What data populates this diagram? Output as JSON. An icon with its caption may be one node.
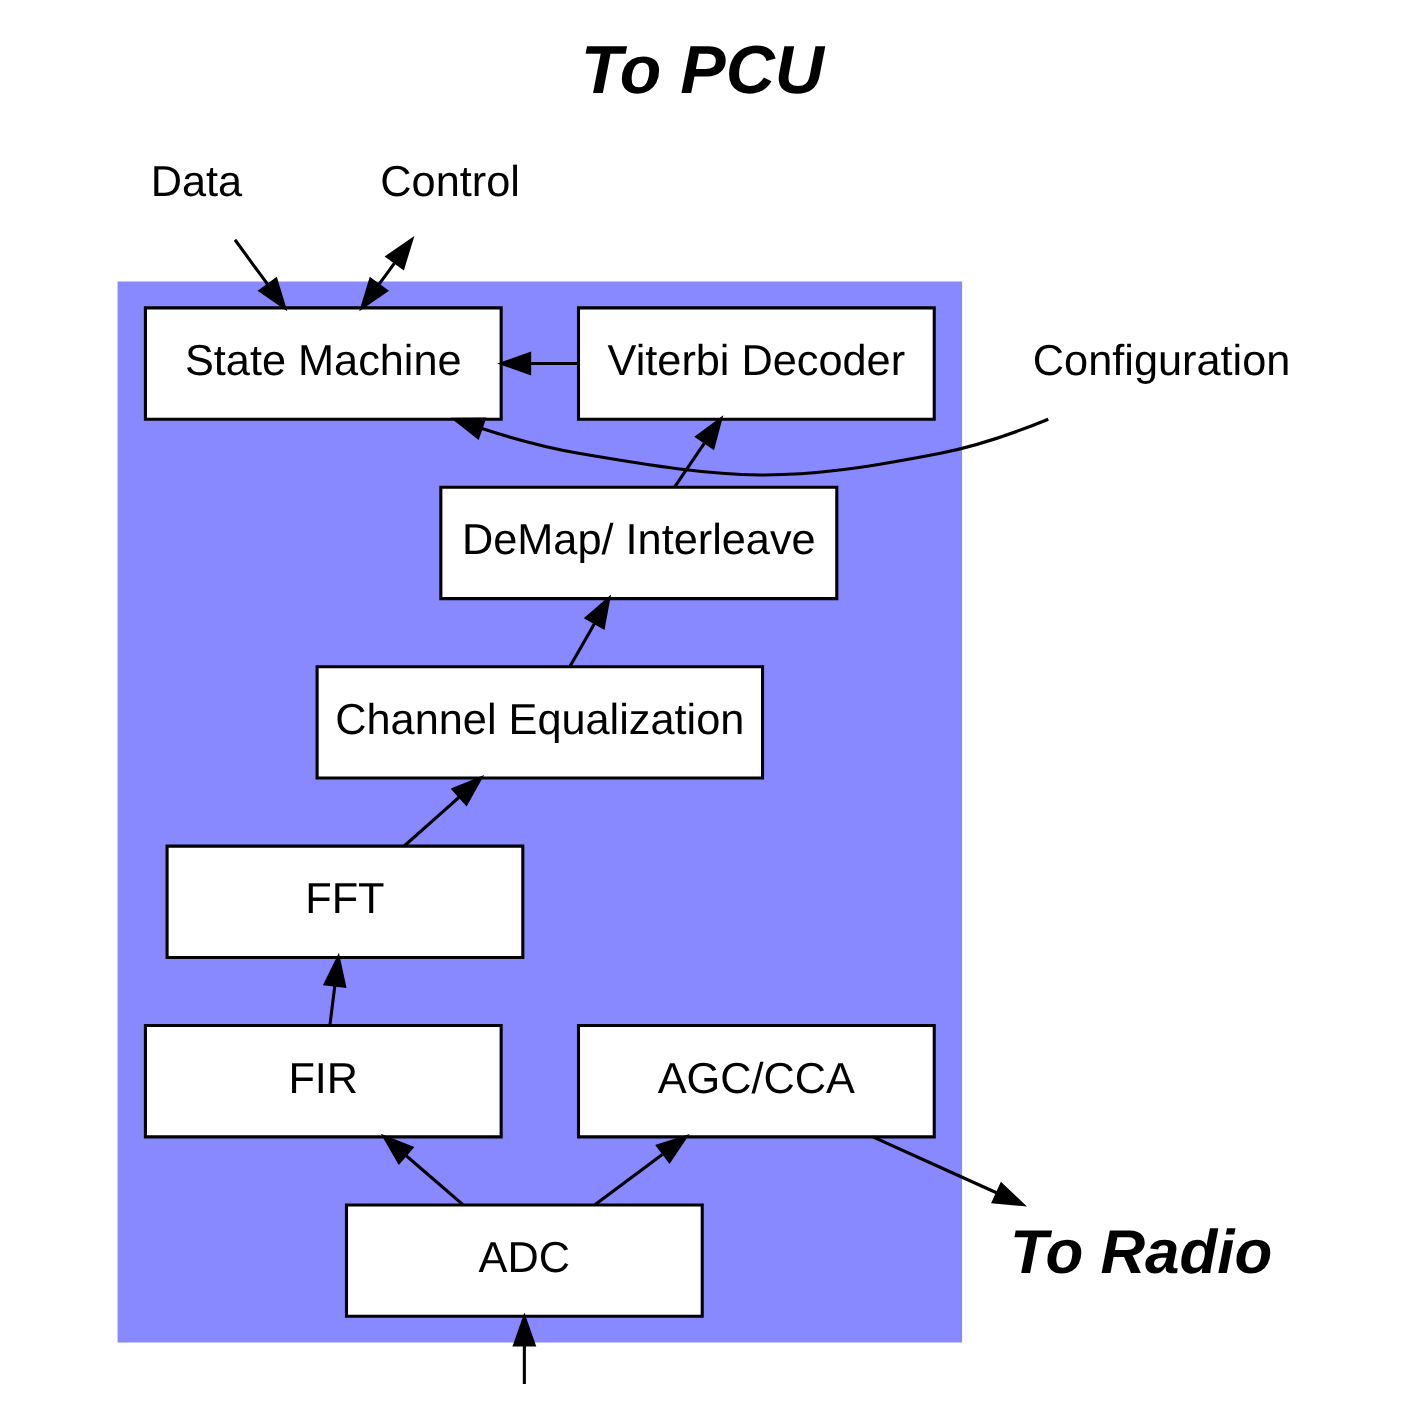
{
  "diagram": {
    "title": "To PCU",
    "nodes": [
      {
        "text": [],
        "shape": "box"
      },
      {
        "text": [
          "Data"
        ]
      },
      {
        "text": [
          "Control"
        ]
      },
      {
        "text": [
          "Configuration"
        ]
      },
      {
        "text": [
          "State Machine"
        ],
        "in": 0
      },
      {
        "text": [
          "Viterbi Decoder"
        ],
        "in": 0
      },
      {
        "text": [
          "DeMap/ Interleave"
        ],
        "in": 0
      },
      {
        "text": [
          "Channel Equalization"
        ],
        "in": 0
      },
      {
        "text": [
          "FFT"
        ],
        "in": 0
      },
      {
        "text": [
          "FIR"
        ],
        "in": 0
      },
      {
        "text": [
          "AGC/CCA"
        ],
        "in": 0
      },
      {
        "text": [
          "ADC"
        ],
        "in": 0
      },
      {
        "text": [
          "To Radio"
        ]
      }
    ],
    "edges": [
      {
        "from": 1,
        "to": 4,
        "arrow": "to"
      },
      {
        "from": 2,
        "to": 4,
        "arrow": "both"
      },
      {
        "from": 3,
        "to": 4,
        "arrow": "to"
      },
      {
        "from": 5,
        "to": 4,
        "arrow": "to"
      },
      {
        "from": 6,
        "to": 5,
        "arrow": "to"
      },
      {
        "from": 7,
        "to": 6,
        "arrow": "to"
      },
      {
        "from": 8,
        "to": 7,
        "arrow": "to"
      },
      {
        "from": 9,
        "to": 8,
        "arrow": "to"
      },
      {
        "from": 11,
        "to": 9,
        "arrow": "to"
      },
      {
        "from": 11,
        "to": 10,
        "arrow": "to"
      },
      {
        "from": 10,
        "to": 12,
        "arrow": "to"
      },
      {
        "from": null,
        "to": 11,
        "arrow": "to"
      }
    ]
  }
}
